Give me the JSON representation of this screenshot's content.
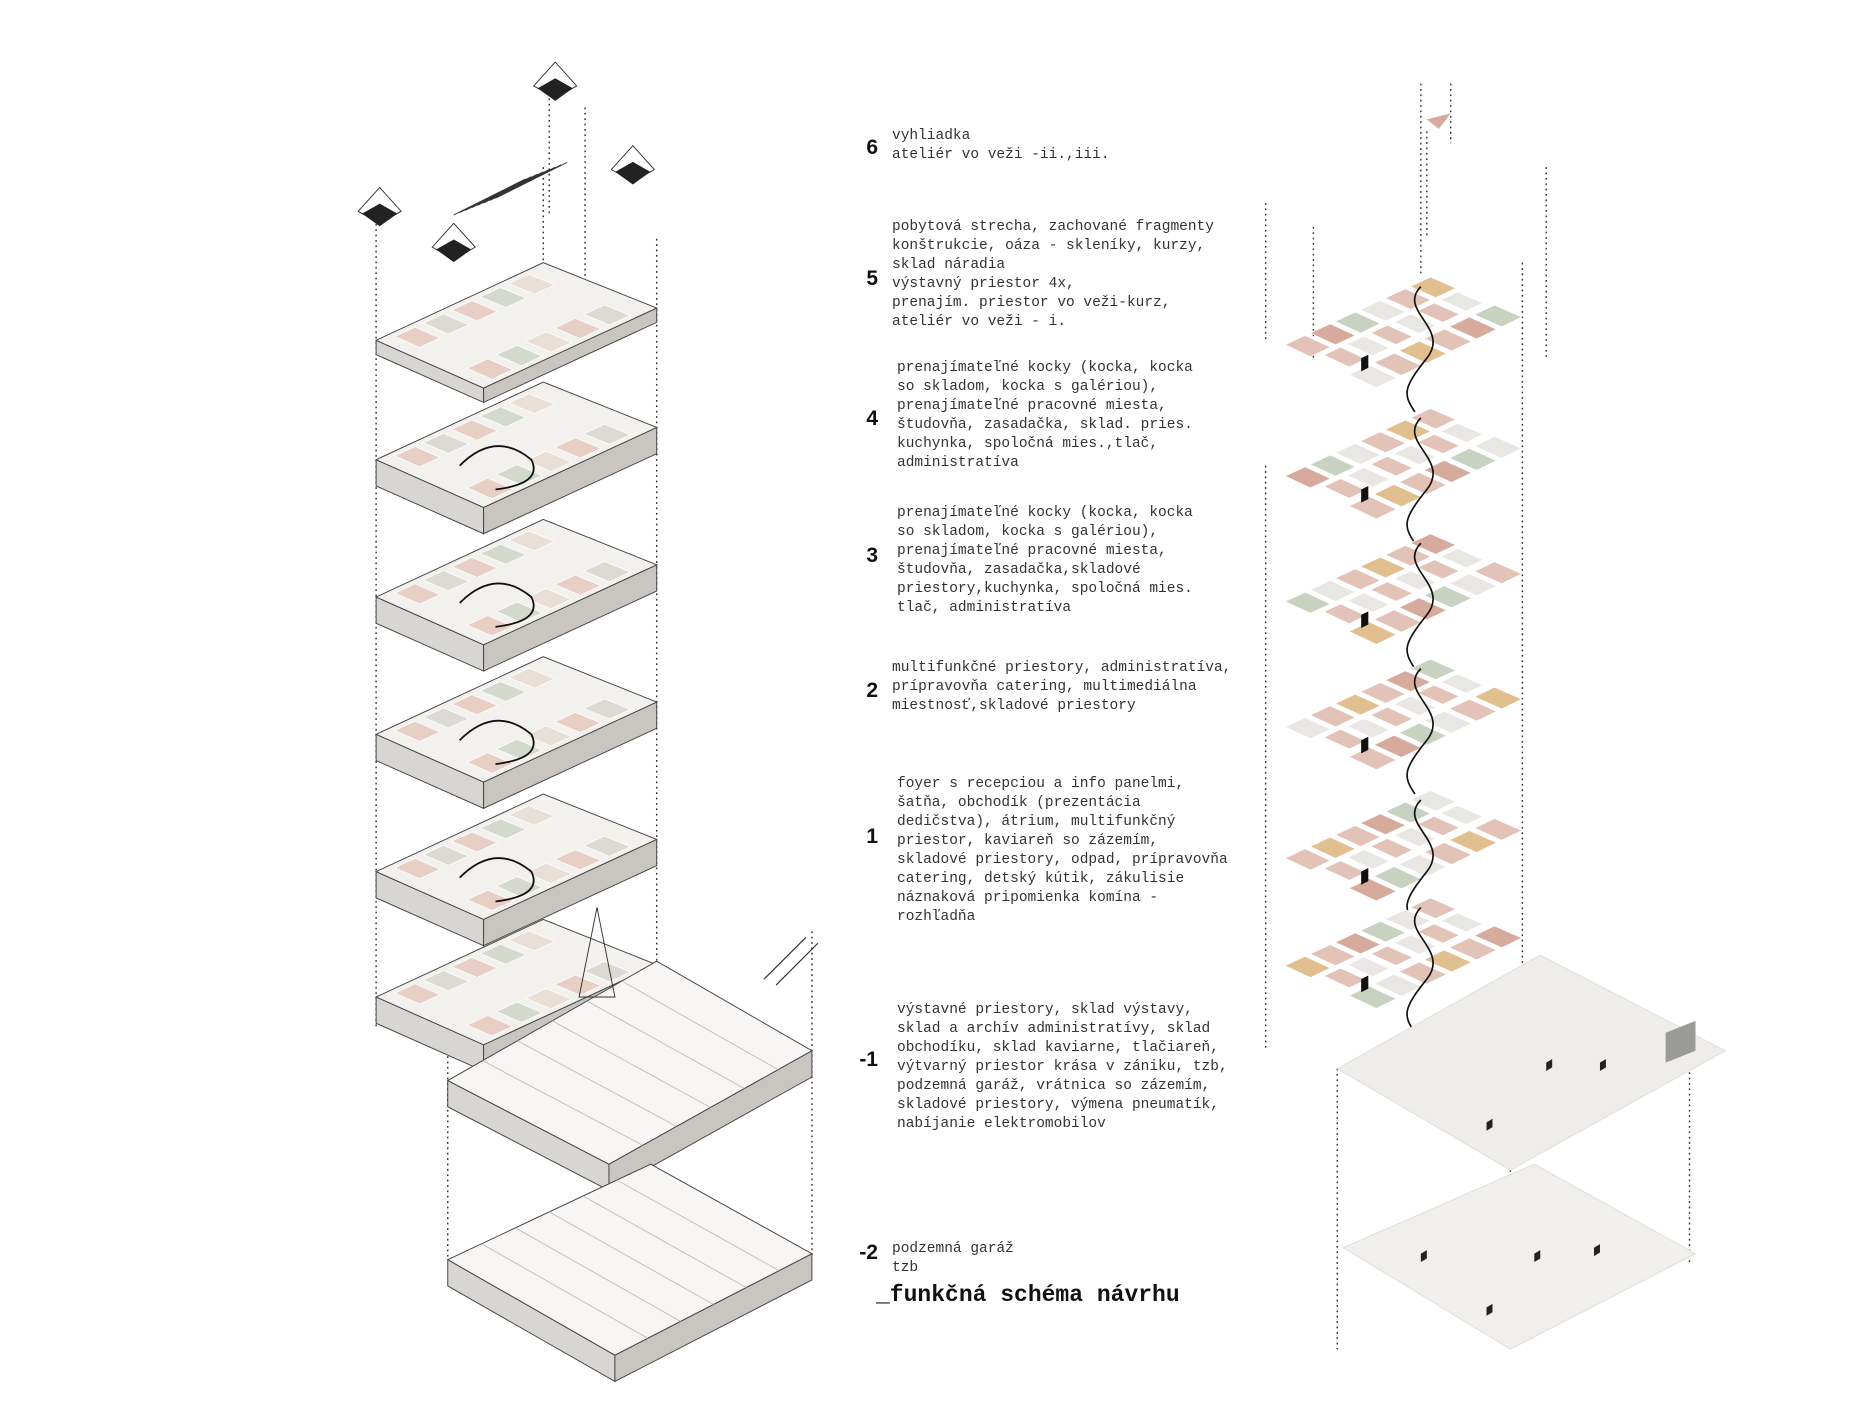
{
  "floors": [
    {
      "number": "6",
      "text": "vyhliadka\nateliér vo veži -ii.,iii."
    },
    {
      "number": "5",
      "text": "pobytová strecha, zachované fragmenty\nkonštrukcie, oáza - skleníky, kurzy,\nsklad náradia\nvýstavný priestor 4x,\nprenajím. priestor vo veži-kurz,\nateliér vo veži - i."
    },
    {
      "number": "4",
      "text": "prenajímateľné kocky (kocka, kocka\nso skladom, kocka s galériou),\nprenajímateľné pracovné miesta,\nštudovňa, zasadačka, sklad. pries.\nkuchynka, spoločná mies.,tlač,\nadministratíva"
    },
    {
      "number": "3",
      "text": "prenajímateľné kocky (kocka, kocka\nso skladom, kocka s galériou),\nprenajímateľné pracovné miesta,\nštudovňa, zasadačka,skladové\npriestory,kuchynka, spoločná mies.\ntlač, administratíva"
    },
    {
      "number": "2",
      "text": "multifunkčné priestory, administratíva,\nprípravovňa   catering,   multimediálna\nmiestnosť,skladové priestory"
    },
    {
      "number": "1",
      "text": "foyer s recepciou a info panelmi,\nšatňa, obchodík (prezentácia\ndedičstva), átrium, multifunkčný\npriestor, kaviareň so zázemím,\nskladové priestory, odpad, prípravovňa\ncatering, detský kútik, zákulisie\nnáznaková pripomienka komína -\nrozhľadňa"
    },
    {
      "number": "-1",
      "text": "výstavné priestory, sklad výstavy,\nsklad  a archív administratívy, sklad\nobchodíku, sklad kaviarne, tlačiareň,\nvýtvarný priestor krása v zániku, tzb,\npodzemná garáž, vrátnica so zázemím,\nskladové priestory, výmena pneumatík,\nnabíjanie elektromobilov"
    },
    {
      "number": "-2",
      "text": "podzemná garáž\ntzb"
    }
  ],
  "title": "_funkčná schéma návrhu",
  "colors": {
    "pink": "#e3c2b8",
    "rose": "#d6aa9c",
    "green": "#c8d2c0",
    "ochre": "#e2bf8e",
    "gray": "#e9e7e3"
  }
}
